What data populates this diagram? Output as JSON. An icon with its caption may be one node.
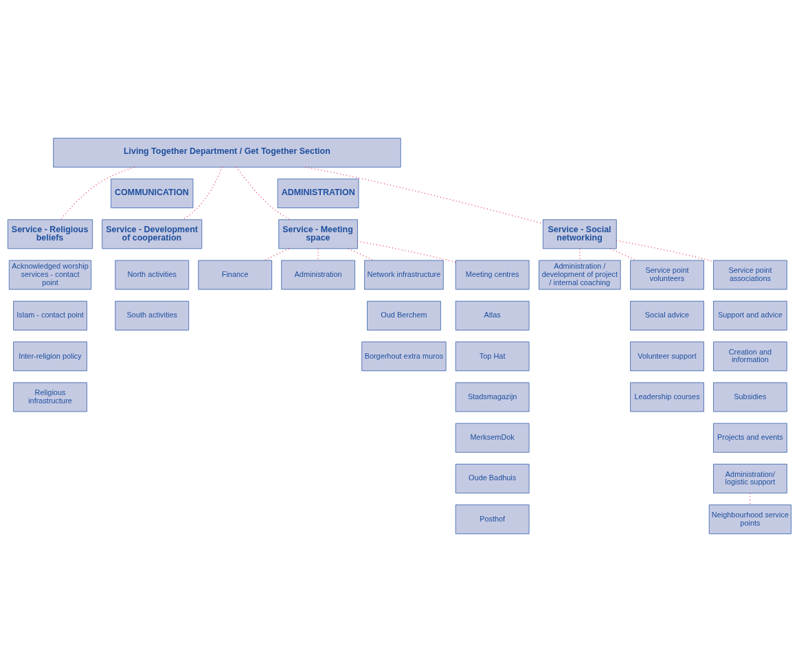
{
  "diagram": {
    "nodes": [
      {
        "text": [
          "Living Together Department / Get Together Section"
        ]
      },
      {
        "text": [
          "COMMUNICATION"
        ]
      },
      {
        "text": [
          "ADMINISTRATION"
        ]
      },
      {
        "text": [
          "Service - Religious beliefs"
        ]
      },
      {
        "text": [
          "Acknowledged worship services - contact point"
        ]
      },
      {
        "text": [
          "Islam - contact point"
        ]
      },
      {
        "text": [
          "Inter-religion policy"
        ]
      },
      {
        "text": [
          "Religious infrastructure"
        ]
      },
      {
        "text": [
          "Service - Development of cooperation"
        ]
      },
      {
        "text": [
          "North activities"
        ]
      },
      {
        "text": [
          "South activities"
        ]
      },
      {
        "text": [
          "Service - Meeting space"
        ]
      },
      {
        "text": [
          "Finance"
        ]
      },
      {
        "text": [
          "Administration"
        ]
      },
      {
        "text": [
          "Network infrastructure"
        ]
      },
      {
        "text": [
          "Oud Berchem"
        ]
      },
      {
        "text": [
          "Borgerhout extra muros"
        ]
      },
      {
        "text": [
          "Meeting centres"
        ]
      },
      {
        "text": [
          "Atlas"
        ]
      },
      {
        "text": [
          "Top Hat"
        ]
      },
      {
        "text": [
          "Stadsmagazijn"
        ]
      },
      {
        "text": [
          "MerksemDok"
        ]
      },
      {
        "text": [
          "Oude Badhuis"
        ]
      },
      {
        "text": [
          "Posthof"
        ]
      },
      {
        "text": [
          "Service - Social networking"
        ]
      },
      {
        "text": [
          "Administration / development of project / internal coaching"
        ]
      },
      {
        "text": [
          "Service point volunteers"
        ]
      },
      {
        "text": [
          "Social advice"
        ]
      },
      {
        "text": [
          "Volunteer support"
        ]
      },
      {
        "text": [
          "Leadership courses"
        ]
      },
      {
        "text": [
          "Service point associations"
        ]
      },
      {
        "text": [
          "Support and advice"
        ]
      },
      {
        "text": [
          "Creation and information"
        ]
      },
      {
        "text": [
          "Subsidies"
        ]
      },
      {
        "text": [
          "Projects and events"
        ]
      },
      {
        "text": [
          "Administration/ logistic support"
        ]
      },
      {
        "text": [
          "Neighbourhood service points"
        ]
      }
    ],
    "edges": [
      {
        "from": 0,
        "to": 3,
        "arrow": "none"
      },
      {
        "from": 0,
        "to": 8,
        "arrow": "none"
      },
      {
        "from": 0,
        "to": 11,
        "arrow": "none"
      },
      {
        "from": 0,
        "to": 24,
        "arrow": "none"
      },
      {
        "from": 11,
        "to": 12,
        "arrow": "none"
      },
      {
        "from": 11,
        "to": 13,
        "arrow": "none"
      },
      {
        "from": 11,
        "to": 14,
        "arrow": "none"
      },
      {
        "from": 11,
        "to": 17,
        "arrow": "none"
      },
      {
        "from": 24,
        "to": 25,
        "arrow": "none"
      },
      {
        "from": 24,
        "to": 26,
        "arrow": "none"
      },
      {
        "from": 24,
        "to": 30,
        "arrow": "none"
      },
      {
        "from": 35,
        "to": 36,
        "arrow": "none"
      }
    ]
  }
}
